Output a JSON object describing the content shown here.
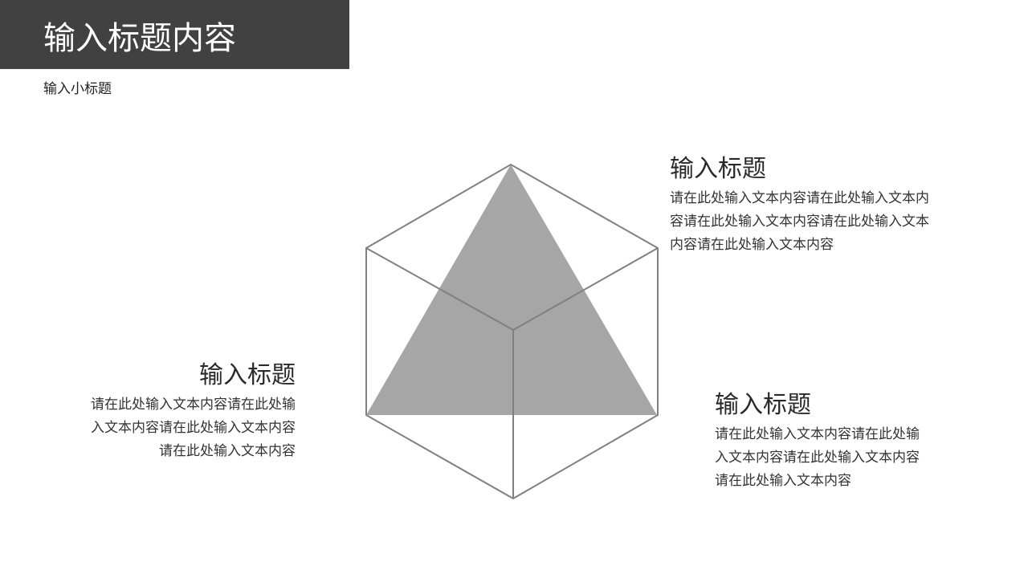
{
  "header": {
    "title": "输入标题内容",
    "subtitle": "输入小标题"
  },
  "blocks": {
    "left": {
      "heading": "输入标题",
      "lines": [
        "请在此处输入文本内容请在此处输",
        "入文本内容请在此处输入文本内容",
        "请在此处输入文本内容"
      ]
    },
    "top_right": {
      "heading": "输入标题",
      "lines": [
        "请在此处输入文本内容请在此处输入文本内",
        "容请在此处输入文本内容请在此处输入文本",
        "内容请在此处输入文本内容"
      ]
    },
    "bottom_right": {
      "heading": "输入标题",
      "lines": [
        "请在此处输入文本内容请在此处输",
        "入文本内容请在此处输入文本内容",
        "请在此处输入文本内容"
      ]
    }
  },
  "colors": {
    "title_bar": "#414141",
    "triangle_fill": "#a6a6a6",
    "cube_stroke": "#808080",
    "text": "#222222"
  }
}
